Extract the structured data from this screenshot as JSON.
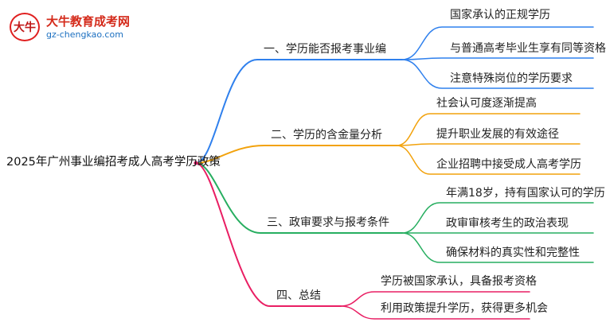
{
  "logo": {
    "name": "大牛教育成考网",
    "url": "gz-chengkao.com",
    "mark_text": "大牛"
  },
  "root": "2025年广州事业编招考成人高考学历政策",
  "branches": [
    {
      "label": "一、学历能否报考事业编",
      "color": "#2f80ed",
      "children": [
        "国家承认的正规学历",
        "与普通高考毕业生享有同等资格",
        "注意特殊岗位的学历要求"
      ]
    },
    {
      "label": "二、学历的含金量分析",
      "color": "#f2a20c",
      "children": [
        "社会认可度逐渐提高",
        "提升职业发展的有效途径",
        "企业招聘中接受成人高考学历"
      ]
    },
    {
      "label": "三、政审要求与报考条件",
      "color": "#27ae60",
      "children": [
        "年满18岁，持有国家认可的学历",
        "政审审核考生的政治表现",
        "确保材料的真实性和完整性"
      ]
    },
    {
      "label": "四、总结",
      "color": "#e91e63",
      "children": [
        "学历被国家承认，具备报考资格",
        "利用政策提升学历，获得更多机会"
      ]
    }
  ]
}
